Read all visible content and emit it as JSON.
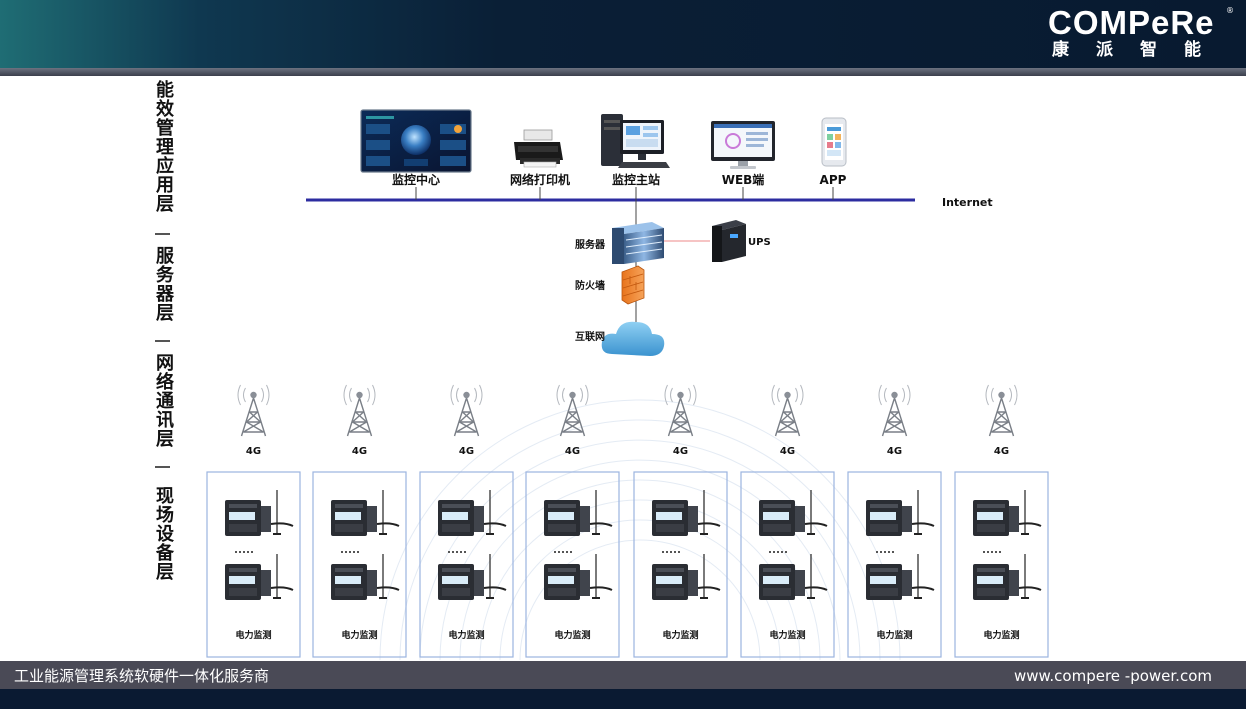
{
  "header": {
    "brand": "COMPeRe",
    "brand_mark": "®",
    "brand_cn": "康派智能"
  },
  "footer": {
    "slogan": "工业能源管理系统软硬件一体化服务商",
    "website": "www.compere -power.com"
  },
  "layers": [
    "能效管理应用层",
    "服务器层",
    "网络通讯层",
    "现场设备层"
  ],
  "app_layer": {
    "devices": [
      {
        "label": "监控中心",
        "icon": "monitor-wall-icon"
      },
      {
        "label": "网络打印机",
        "icon": "printer-icon"
      },
      {
        "label": "监控主站",
        "icon": "workstation-icon"
      },
      {
        "label": "WEB端",
        "icon": "browser-monitor-icon"
      },
      {
        "label": "APP",
        "icon": "smartphone-icon"
      }
    ],
    "bus_label": "Internet"
  },
  "server_layer": {
    "server": "服务器",
    "ups": "UPS",
    "firewall": "防火墙",
    "internet": "互联网"
  },
  "network_layer": {
    "towers": [
      "4G",
      "4G",
      "4G",
      "4G",
      "4G",
      "4G",
      "4G",
      "4G"
    ]
  },
  "field_layer": {
    "groups": [
      {
        "label": "电力监测"
      },
      {
        "label": "电力监测"
      },
      {
        "label": "电力监测"
      },
      {
        "label": "电力监测"
      },
      {
        "label": "电力监测"
      },
      {
        "label": "电力监测"
      },
      {
        "label": "电力监测"
      },
      {
        "label": "电力监测"
      }
    ]
  },
  "colors": {
    "bus": "#2c2ca0",
    "frame": "#9bb4e0",
    "cloud": "#5aa9d8",
    "header": "#0a1f36"
  }
}
